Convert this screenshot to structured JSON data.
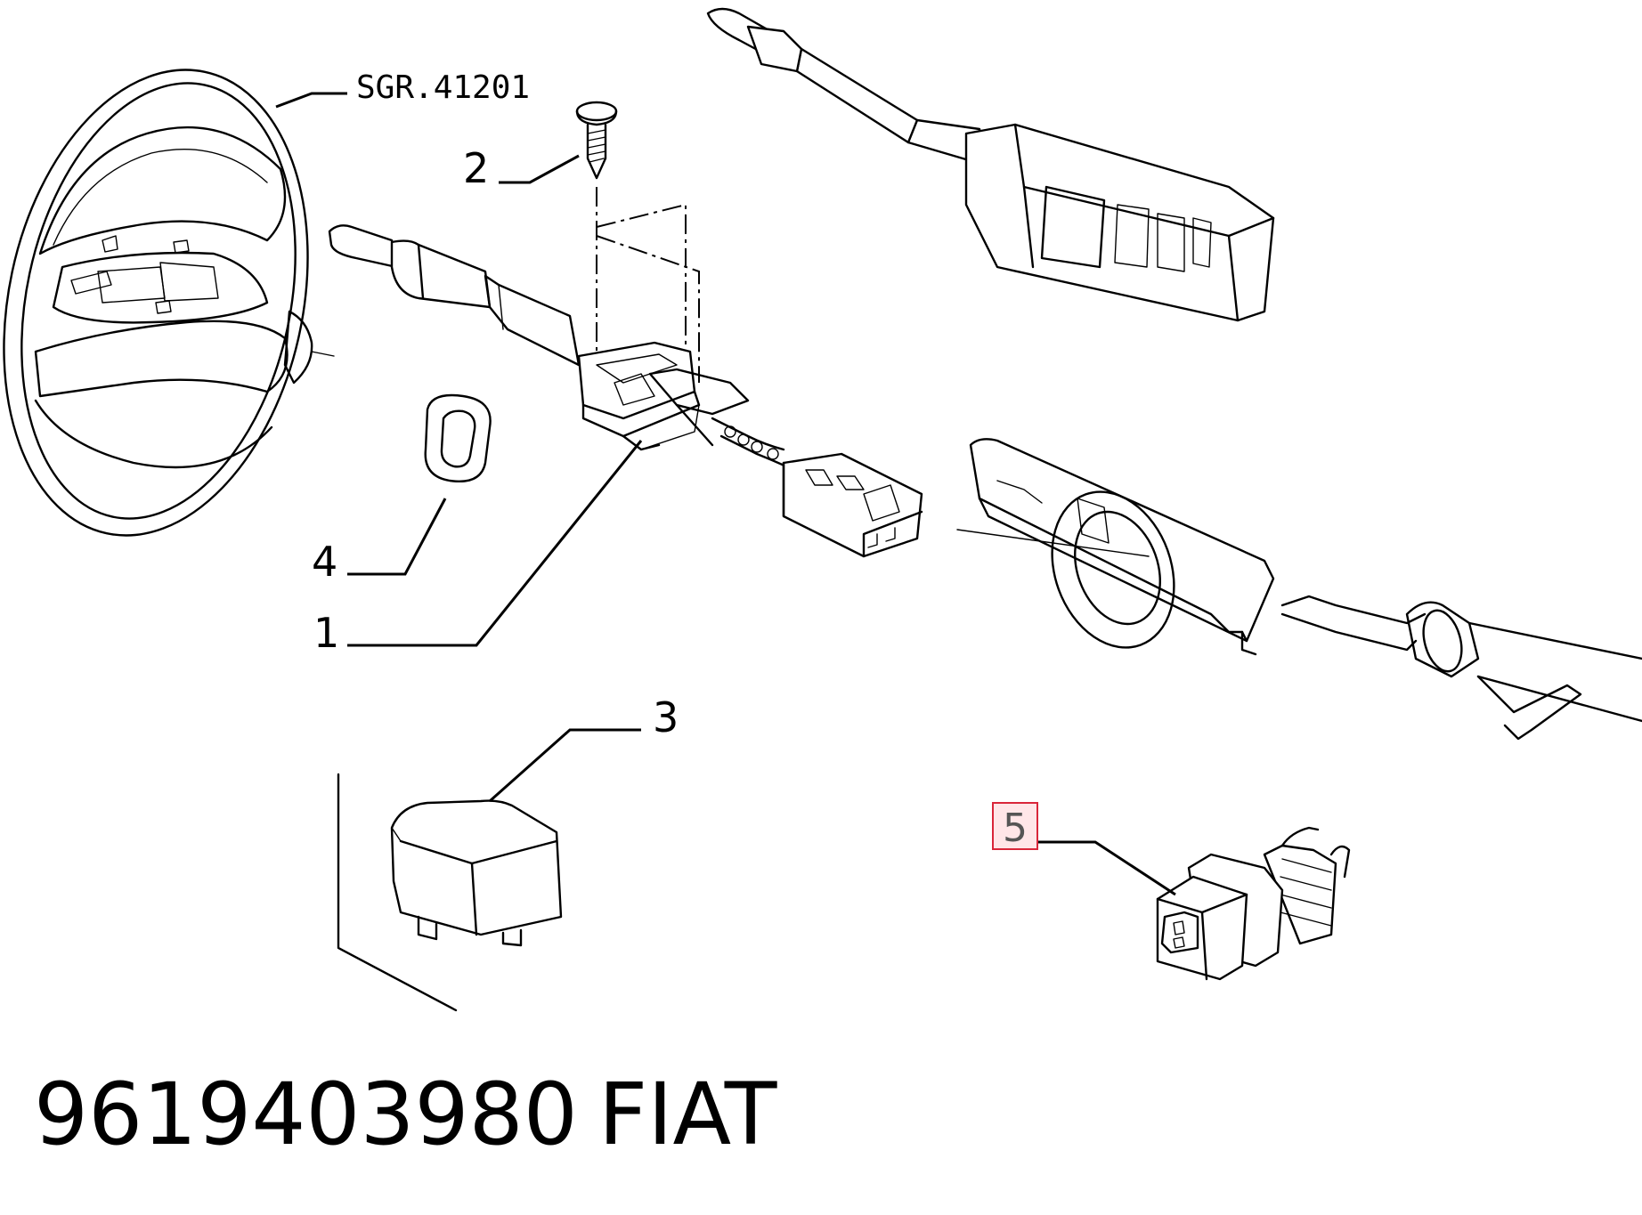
{
  "diagram": {
    "reference_label": "SGR.41201",
    "callouts": {
      "c1": "1",
      "c2": "2",
      "c3": "3",
      "c4": "4",
      "c5": "5"
    },
    "highlight_color": "#d9263a"
  },
  "footer": {
    "part_number": "9619403980",
    "brand": "FIAT"
  }
}
